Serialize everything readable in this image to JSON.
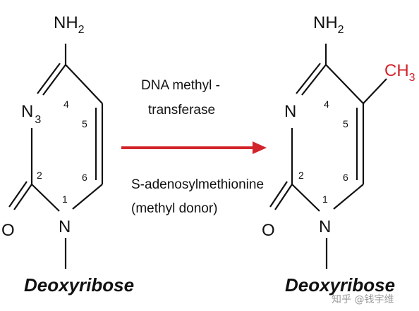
{
  "left": {
    "amino": {
      "main": "NH",
      "sub": "2"
    },
    "n3": {
      "main": "N",
      "sub": "3"
    },
    "oxygen": "O",
    "n1": "N",
    "positions": [
      "4",
      "5",
      "6",
      "1",
      "2"
    ],
    "sugar": "Deoxyribose"
  },
  "right": {
    "amino": {
      "main": "NH",
      "sub": "2"
    },
    "n3": "N",
    "oxygen": "O",
    "n1": "N",
    "positions": [
      "4",
      "5",
      "6",
      "1",
      "2"
    ],
    "methyl": {
      "main": "CH",
      "sub": "3"
    },
    "sugar": "Deoxyribose"
  },
  "reaction": {
    "enzyme_line1": "DNA methyl -",
    "enzyme_line2": "transferase",
    "donor_line1": "S-adenosylmethionine",
    "donor_line2": "(methyl donor)",
    "arrow_color": "#d2232a"
  },
  "methyl_color": "#d2232a",
  "watermark": "知乎 @钱宇维"
}
